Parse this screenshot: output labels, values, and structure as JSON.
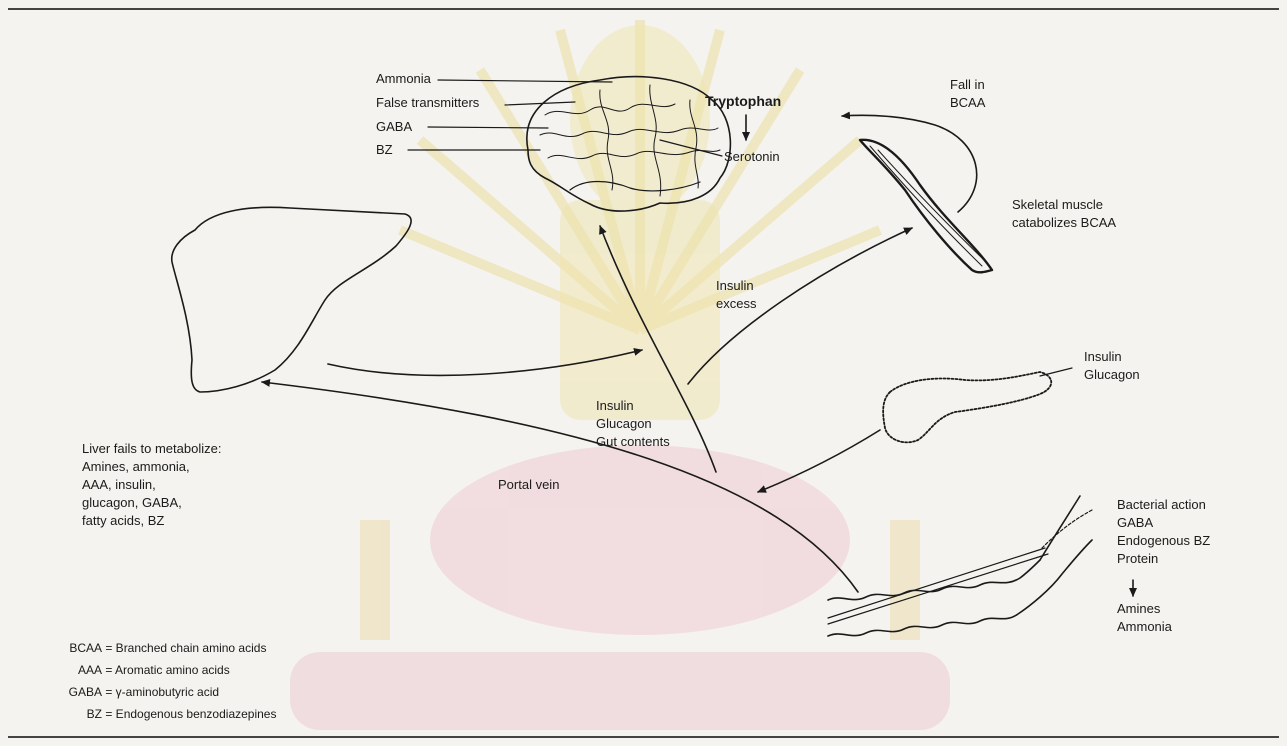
{
  "colors": {
    "ink": "#1a1a1a",
    "paper": "#f4f3ef",
    "watermark_gold": "#e7d98a",
    "watermark_pink": "#ecc7ce"
  },
  "brain": {
    "labels": [
      "Ammonia",
      "False transmitters",
      "GABA",
      "BZ"
    ],
    "serotonin": "Serotonin",
    "tryptophan": "Tryptophan"
  },
  "muscle": {
    "fall_line1": "Fall in",
    "fall_line2": "BCAA",
    "caption_line1": "Skeletal muscle",
    "caption_line2": "catabolizes BCAA"
  },
  "insulin_excess": {
    "line1": "Insulin",
    "line2": "excess"
  },
  "pancreas": {
    "line1": "Insulin",
    "line2": "Glucagon"
  },
  "portal_contents": {
    "line1": "Insulin",
    "line2": "Glucagon",
    "line3": "Gut contents"
  },
  "portal_vein": "Portal vein",
  "liver": {
    "heading": "Liver fails to metabolize:",
    "lines": [
      "Amines, ammonia,",
      "AAA, insulin,",
      "glucagon, GABA,",
      "fatty acids, BZ"
    ]
  },
  "gut": {
    "lines": [
      "Bacterial action",
      "GABA",
      "Endogenous BZ",
      "Protein"
    ],
    "products": [
      "Amines",
      "Ammonia"
    ]
  },
  "legend": [
    {
      "abbr": "BCAA",
      "def": "= Branched chain amino acids"
    },
    {
      "abbr": "AAA",
      "def": "= Aromatic amino acids"
    },
    {
      "abbr": "GABA",
      "def": "= γ-aminobutyric acid"
    },
    {
      "abbr": "BZ",
      "def": "= Endogenous benzodiazepines"
    }
  ]
}
